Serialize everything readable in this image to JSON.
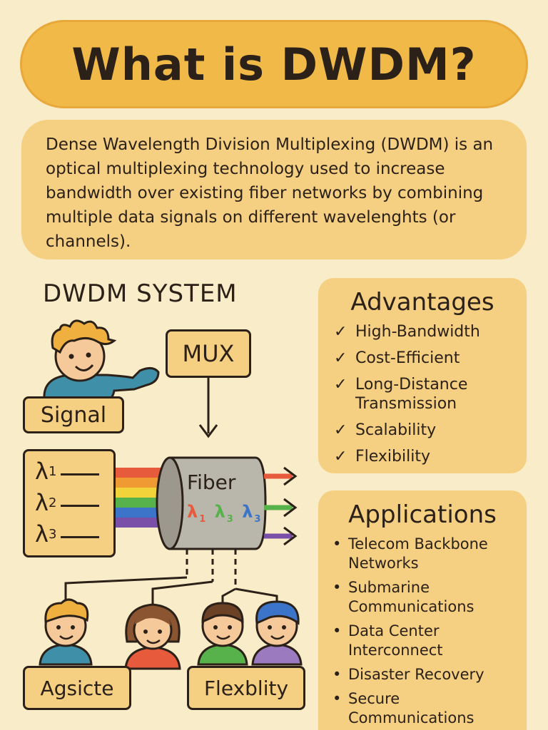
{
  "title": "What is DWDM?",
  "intro": "Dense Wavelength Division Multiplexing (DWDM) is an optical multiplexing technology used to increase bandwidth over existing fiber networks by combining multiple data signals on different wavelenghts (or channels).",
  "system": {
    "title": "DWDM SYSTEM",
    "signal_label": "Signal",
    "mux_label": "MUX",
    "fiber_label": "Fiber",
    "lambda": "λ",
    "subs": [
      "1",
      "2",
      "3"
    ],
    "fiber_subs": [
      "1",
      "3",
      "3"
    ],
    "bottom_left": "Agsicte",
    "bottom_right": "Flexblity"
  },
  "advantages": {
    "title": "Advantages",
    "check": "✓",
    "items": [
      {
        "line1": "High-Bandwidth",
        "line2": ""
      },
      {
        "line1": "Cost-Efficient",
        "line2": ""
      },
      {
        "line1": "Long-Distance",
        "line2": "Transmission"
      },
      {
        "line1": "Scalability",
        "line2": ""
      },
      {
        "line1": "Flexibility",
        "line2": ""
      }
    ]
  },
  "applications": {
    "title": "Applications",
    "bullet": "•",
    "items": [
      {
        "line1": "Telecom Backbone",
        "line2": "Networks"
      },
      {
        "line1": "Submarine",
        "line2": "Communications"
      },
      {
        "line1": "Data Center",
        "line2": "Interconnect"
      },
      {
        "line1": "Disaster Recovery",
        "line2": ""
      },
      {
        "line1": "Secure",
        "line2": "Communications"
      }
    ]
  },
  "colors": {
    "background": "#f9ecc9",
    "title_bar": "#f0b948",
    "panel": "#f5cf82",
    "ink": "#2b2118",
    "red": "#e85a3c",
    "orange": "#f09a34",
    "yellow": "#f2d43a",
    "green": "#58b24c",
    "blue": "#3b74c8",
    "purple": "#7a4fa8"
  }
}
